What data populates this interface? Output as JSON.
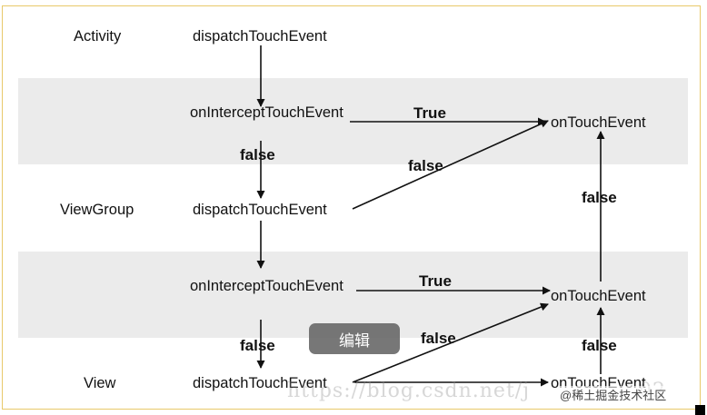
{
  "layers": {
    "activity": "Activity",
    "viewgroup": "ViewGroup",
    "view": "View"
  },
  "methods": {
    "activity_dispatch": "dispatchTouchEvent",
    "viewgroup_intercept": "onInterceptTouchEvent",
    "viewgroup_dispatch": "dispatchTouchEvent",
    "view_intercept": "onInterceptTouchEvent",
    "view_dispatch": "dispatchTouchEvent",
    "ontouch_1": "onTouchEvent",
    "ontouch_2": "onTouchEvent",
    "ontouch_3": "onTouchEvent"
  },
  "edge_labels": {
    "true_1": "True",
    "false_down_1": "false",
    "false_diag_1": "false",
    "false_up_1": "false",
    "true_2": "True",
    "false_down_2": "false",
    "false_diag_2": "false",
    "false_up_2": "false"
  },
  "overlay": {
    "edit_button": "编辑",
    "watermark": "https://blog.csdn.net/j",
    "watermark_tail": "02",
    "credit": "@稀土掘金技术社区"
  }
}
